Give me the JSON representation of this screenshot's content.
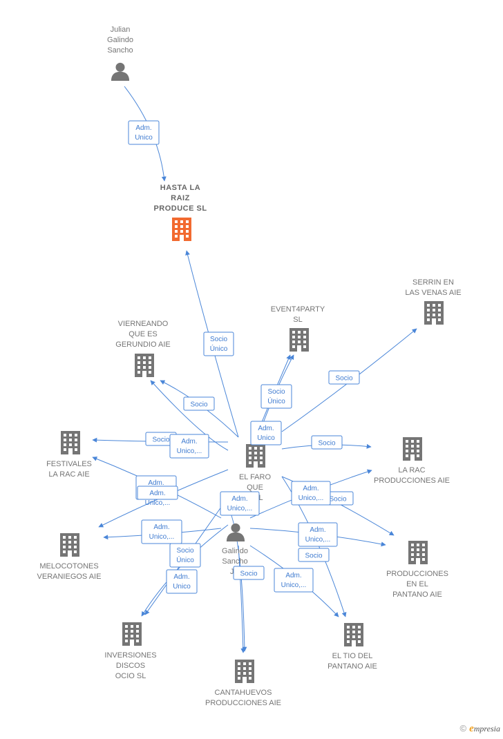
{
  "nodes": [
    {
      "id": "julian",
      "type": "person",
      "lines": [
        "Julian",
        "Galindo",
        "Sancho"
      ]
    },
    {
      "id": "hasta",
      "type": "company-highlight",
      "lines": [
        "HASTA LA",
        "RAIZ",
        "PRODUCE  SL"
      ]
    },
    {
      "id": "serrin",
      "type": "company",
      "lines": [
        "SERRIN EN",
        "LAS VENAS AIE"
      ]
    },
    {
      "id": "event4party",
      "type": "company",
      "lines": [
        "EVENT4PARTY",
        "SL"
      ]
    },
    {
      "id": "vierneando",
      "type": "company",
      "lines": [
        "VIERNEANDO",
        "QUE ES",
        "GERUNDIO AIE"
      ]
    },
    {
      "id": "festivales",
      "type": "company",
      "lines": [
        "FESTIVALES",
        "LA RAC AIE"
      ]
    },
    {
      "id": "elfaro",
      "type": "company",
      "lines": [
        "EL FARO",
        "QUE",
        "A  SL"
      ]
    },
    {
      "id": "larac",
      "type": "company",
      "lines": [
        "LA RAC",
        "PRODUCCIONES AIE"
      ]
    },
    {
      "id": "galindo",
      "type": "person",
      "lines": [
        "Galindo",
        "Sancho",
        "Jul"
      ]
    },
    {
      "id": "melocotones",
      "type": "company",
      "lines": [
        "MELOCOTONES",
        "VERANIEGOS AIE"
      ]
    },
    {
      "id": "pantano",
      "type": "company",
      "lines": [
        "PRODUCCIONES",
        "EN EL",
        "PANTANO AIE"
      ]
    },
    {
      "id": "inversiones",
      "type": "company",
      "lines": [
        "INVERSIONES",
        "DISCOS",
        "OCIO  SL"
      ]
    },
    {
      "id": "eltio",
      "type": "company",
      "lines": [
        "EL TIO DEL",
        "PANTANO AIE"
      ]
    },
    {
      "id": "cantahuevos",
      "type": "company",
      "lines": [
        "CANTAHUEVOS",
        "PRODUCCIONES AIE"
      ]
    }
  ],
  "edges": [
    {
      "id": "e1",
      "lines": [
        "Adm.",
        "Unico"
      ]
    },
    {
      "id": "e2",
      "lines": [
        "Socio",
        "Único"
      ]
    },
    {
      "id": "e3",
      "lines": [
        "Socio"
      ]
    },
    {
      "id": "e4",
      "lines": [
        "Socio",
        "Único"
      ]
    },
    {
      "id": "e5",
      "lines": [
        "Adm.",
        "Unico"
      ]
    },
    {
      "id": "e6",
      "lines": [
        "Socio"
      ]
    },
    {
      "id": "e7",
      "lines": [
        "Socio"
      ]
    },
    {
      "id": "e8",
      "lines": [
        "Adm.",
        "Unico,..."
      ]
    },
    {
      "id": "e9",
      "lines": [
        "Socio"
      ]
    },
    {
      "id": "e10",
      "lines": [
        "Adm.",
        "Unico,..."
      ]
    },
    {
      "id": "e11",
      "lines": [
        "Adm.",
        "Unico,..."
      ]
    },
    {
      "id": "e12",
      "lines": [
        "Socio"
      ]
    },
    {
      "id": "e13",
      "lines": [
        "Adm.",
        "Unico,..."
      ]
    },
    {
      "id": "e14",
      "lines": [
        "Adm.",
        "Unico,..."
      ]
    },
    {
      "id": "e15",
      "lines": [
        "Adm.",
        "Unico,..."
      ]
    },
    {
      "id": "e16",
      "lines": [
        "Socio"
      ]
    },
    {
      "id": "e17",
      "lines": [
        "Socio",
        "Único"
      ]
    },
    {
      "id": "e18",
      "lines": [
        "Adm.",
        "Unico"
      ]
    },
    {
      "id": "e19",
      "lines": [
        "Socio"
      ]
    },
    {
      "id": "e20",
      "lines": [
        "Adm.",
        "Unico,..."
      ]
    },
    {
      "id": "e21",
      "lines": [
        "Adm.",
        "Unico,..."
      ]
    }
  ],
  "footer": {
    "copyright": "©",
    "brand_initial": "e",
    "brand_rest": "mpresia"
  },
  "colors": {
    "edge": "#4a86d8",
    "company": "#757575",
    "highlight": "#f26a30",
    "person": "#757575"
  }
}
